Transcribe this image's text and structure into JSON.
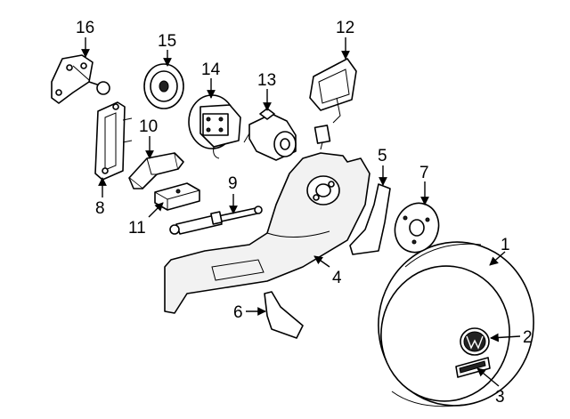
{
  "callouts": [
    "1",
    "2",
    "3",
    "4",
    "5",
    "6",
    "7",
    "8",
    "9",
    "10",
    "11",
    "12",
    "13",
    "14",
    "15",
    "16"
  ],
  "colors": {
    "line": "#000000",
    "background": "#ffffff",
    "shade": "#f2f2f2"
  }
}
